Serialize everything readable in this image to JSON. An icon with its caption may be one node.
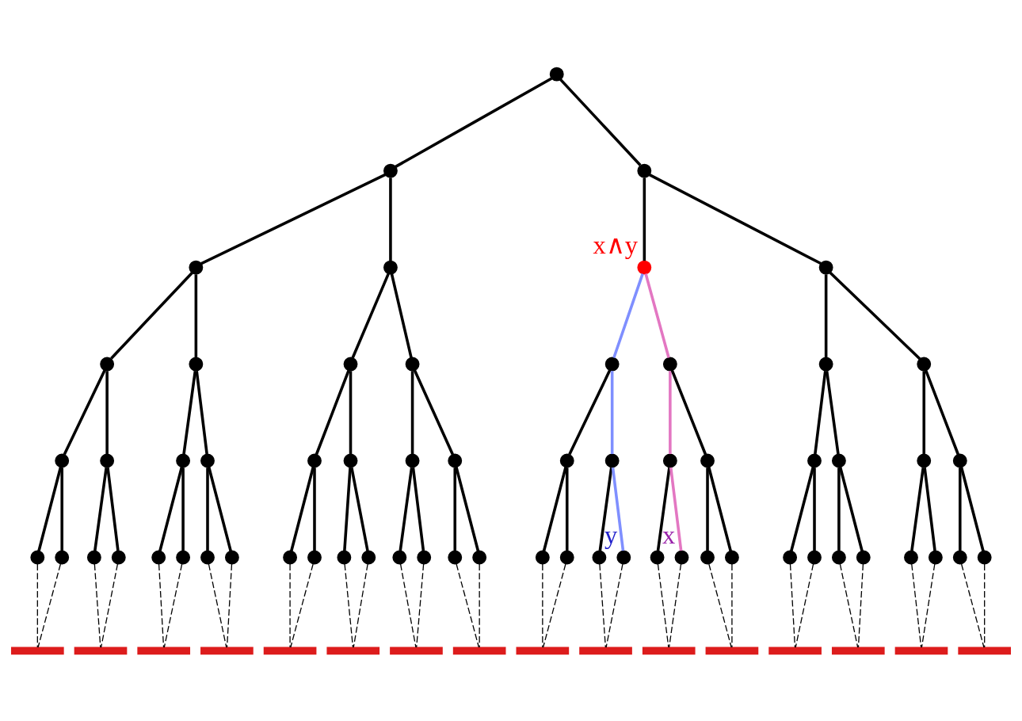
{
  "diagram": {
    "nodes": [
      {
        "text": [],
        "shape": "circle"
      },
      {
        "text": [],
        "shape": "circle"
      },
      {
        "text": [],
        "shape": "circle"
      },
      {
        "text": [],
        "shape": "circle"
      },
      {
        "text": [],
        "shape": "circle"
      },
      {
        "text": [],
        "shape": "circle",
        "beside": [
          "x∧y"
        ]
      },
      {
        "text": [],
        "shape": "circle"
      },
      {
        "text": [],
        "shape": "circle"
      },
      {
        "text": [],
        "shape": "circle"
      },
      {
        "text": [],
        "shape": "circle"
      },
      {
        "text": [],
        "shape": "circle"
      },
      {
        "text": [],
        "shape": "circle"
      },
      {
        "text": [],
        "shape": "circle"
      },
      {
        "text": [],
        "shape": "circle"
      },
      {
        "text": [],
        "shape": "circle"
      },
      {
        "text": [],
        "shape": "circle"
      },
      {
        "text": [],
        "shape": "circle"
      },
      {
        "text": [],
        "shape": "circle"
      },
      {
        "text": [],
        "shape": "circle"
      },
      {
        "text": [],
        "shape": "circle"
      },
      {
        "text": [],
        "shape": "circle"
      },
      {
        "text": [],
        "shape": "circle"
      },
      {
        "text": [],
        "shape": "circle"
      },
      {
        "text": [],
        "shape": "circle"
      },
      {
        "text": [],
        "shape": "circle"
      },
      {
        "text": [],
        "shape": "circle"
      },
      {
        "text": [],
        "shape": "circle"
      },
      {
        "text": [],
        "shape": "circle"
      },
      {
        "text": [],
        "shape": "circle"
      },
      {
        "text": [],
        "shape": "circle"
      },
      {
        "text": [],
        "shape": "circle"
      },
      {
        "text": [],
        "shape": "circle"
      },
      {
        "text": [],
        "shape": "circle"
      },
      {
        "text": [],
        "shape": "circle"
      },
      {
        "text": [],
        "shape": "circle"
      },
      {
        "text": [],
        "shape": "circle"
      },
      {
        "text": [],
        "shape": "circle"
      },
      {
        "text": [],
        "shape": "circle"
      },
      {
        "text": [],
        "shape": "circle"
      },
      {
        "text": [],
        "shape": "circle"
      },
      {
        "text": [],
        "shape": "circle"
      },
      {
        "text": [],
        "shape": "circle"
      },
      {
        "text": [],
        "shape": "circle"
      },
      {
        "text": [],
        "shape": "circle"
      },
      {
        "text": [],
        "shape": "circle"
      },
      {
        "text": [],
        "shape": "circle"
      },
      {
        "text": [],
        "shape": "circle"
      },
      {
        "text": [],
        "shape": "circle"
      },
      {
        "text": [],
        "shape": "circle"
      },
      {
        "text": [],
        "shape": "circle"
      },
      {
        "text": [],
        "shape": "circle",
        "beside": [
          "y"
        ]
      },
      {
        "text": [],
        "shape": "circle"
      },
      {
        "text": [],
        "shape": "circle",
        "beside": [
          "x"
        ]
      },
      {
        "text": [],
        "shape": "circle"
      },
      {
        "text": [],
        "shape": "circle"
      },
      {
        "text": [],
        "shape": "circle"
      },
      {
        "text": [],
        "shape": "circle"
      },
      {
        "text": [],
        "shape": "circle"
      },
      {
        "text": [],
        "shape": "circle"
      },
      {
        "text": [],
        "shape": "circle"
      },
      {
        "text": [],
        "shape": "circle"
      },
      {
        "text": [],
        "shape": "circle"
      },
      {
        "text": [],
        "shape": "circle"
      },
      {
        "text": [],
        "shape": "bar"
      },
      {
        "text": [],
        "shape": "bar"
      },
      {
        "text": [],
        "shape": "bar"
      },
      {
        "text": [],
        "shape": "bar"
      },
      {
        "text": [],
        "shape": "bar"
      },
      {
        "text": [],
        "shape": "bar"
      },
      {
        "text": [],
        "shape": "bar"
      },
      {
        "text": [],
        "shape": "bar"
      },
      {
        "text": [],
        "shape": "bar"
      },
      {
        "text": [],
        "shape": "bar"
      },
      {
        "text": [],
        "shape": "bar"
      },
      {
        "text": [],
        "shape": "bar"
      },
      {
        "text": [],
        "shape": "bar"
      },
      {
        "text": [],
        "shape": "bar"
      },
      {
        "text": [],
        "shape": "bar"
      },
      {
        "text": [],
        "shape": "bar"
      }
    ],
    "edges": [
      {
        "from": 0,
        "to": 1,
        "arrow": "none"
      },
      {
        "from": 0,
        "to": 2,
        "arrow": "none"
      },
      {
        "from": 1,
        "to": 3,
        "arrow": "none"
      },
      {
        "from": 1,
        "to": 4,
        "arrow": "none"
      },
      {
        "from": 2,
        "to": 5,
        "arrow": "none"
      },
      {
        "from": 2,
        "to": 6,
        "arrow": "none"
      },
      {
        "from": 3,
        "to": 7,
        "arrow": "none"
      },
      {
        "from": 3,
        "to": 8,
        "arrow": "none"
      },
      {
        "from": 4,
        "to": 9,
        "arrow": "none"
      },
      {
        "from": 4,
        "to": 10,
        "arrow": "none"
      },
      {
        "from": 5,
        "to": 11,
        "arrow": "none",
        "color": "#7f8fff"
      },
      {
        "from": 5,
        "to": 12,
        "arrow": "none",
        "color": "#e377c2"
      },
      {
        "from": 6,
        "to": 13,
        "arrow": "none"
      },
      {
        "from": 6,
        "to": 14,
        "arrow": "none"
      },
      {
        "from": 7,
        "to": 15,
        "arrow": "none"
      },
      {
        "from": 7,
        "to": 16,
        "arrow": "none"
      },
      {
        "from": 8,
        "to": 17,
        "arrow": "none"
      },
      {
        "from": 8,
        "to": 18,
        "arrow": "none"
      },
      {
        "from": 9,
        "to": 19,
        "arrow": "none"
      },
      {
        "from": 9,
        "to": 20,
        "arrow": "none"
      },
      {
        "from": 10,
        "to": 21,
        "arrow": "none"
      },
      {
        "from": 10,
        "to": 22,
        "arrow": "none"
      },
      {
        "from": 11,
        "to": 23,
        "arrow": "none"
      },
      {
        "from": 11,
        "to": 24,
        "arrow": "none",
        "color": "#7f8fff"
      },
      {
        "from": 12,
        "to": 25,
        "arrow": "none",
        "color": "#e377c2"
      },
      {
        "from": 12,
        "to": 26,
        "arrow": "none"
      },
      {
        "from": 13,
        "to": 27,
        "arrow": "none"
      },
      {
        "from": 13,
        "to": 28,
        "arrow": "none"
      },
      {
        "from": 14,
        "to": 29,
        "arrow": "none"
      },
      {
        "from": 14,
        "to": 30,
        "arrow": "none"
      },
      {
        "from": 15,
        "to": 31,
        "arrow": "none"
      },
      {
        "from": 15,
        "to": 32,
        "arrow": "none"
      },
      {
        "from": 16,
        "to": 33,
        "arrow": "none"
      },
      {
        "from": 16,
        "to": 34,
        "arrow": "none"
      },
      {
        "from": 17,
        "to": 35,
        "arrow": "none"
      },
      {
        "from": 17,
        "to": 36,
        "arrow": "none"
      },
      {
        "from": 18,
        "to": 37,
        "arrow": "none"
      },
      {
        "from": 18,
        "to": 38,
        "arrow": "none"
      },
      {
        "from": 19,
        "to": 39,
        "arrow": "none"
      },
      {
        "from": 19,
        "to": 40,
        "arrow": "none"
      },
      {
        "from": 20,
        "to": 41,
        "arrow": "none"
      },
      {
        "from": 20,
        "to": 42,
        "arrow": "none"
      },
      {
        "from": 21,
        "to": 43,
        "arrow": "none"
      },
      {
        "from": 21,
        "to": 44,
        "arrow": "none"
      },
      {
        "from": 22,
        "to": 45,
        "arrow": "none"
      },
      {
        "from": 22,
        "to": 46,
        "arrow": "none"
      },
      {
        "from": 23,
        "to": 47,
        "arrow": "none"
      },
      {
        "from": 23,
        "to": 48,
        "arrow": "none"
      },
      {
        "from": 24,
        "to": 49,
        "arrow": "none"
      },
      {
        "from": 24,
        "to": 50,
        "arrow": "none",
        "color": "#7f8fff"
      },
      {
        "from": 25,
        "to": 51,
        "arrow": "none"
      },
      {
        "from": 25,
        "to": 52,
        "arrow": "none",
        "color": "#e377c2"
      },
      {
        "from": 26,
        "to": 53,
        "arrow": "none"
      },
      {
        "from": 26,
        "to": 54,
        "arrow": "none"
      },
      {
        "from": 27,
        "to": 55,
        "arrow": "none"
      },
      {
        "from": 27,
        "to": 56,
        "arrow": "none"
      },
      {
        "from": 28,
        "to": 57,
        "arrow": "none"
      },
      {
        "from": 28,
        "to": 58,
        "arrow": "none"
      },
      {
        "from": 29,
        "to": 59,
        "arrow": "none"
      },
      {
        "from": 29,
        "to": 60,
        "arrow": "none"
      },
      {
        "from": 30,
        "to": 61,
        "arrow": "none"
      },
      {
        "from": 30,
        "to": 62,
        "arrow": "none"
      },
      {
        "from": 31,
        "to": 63,
        "arrow": "none",
        "style": "dashed"
      },
      {
        "from": 32,
        "to": 63,
        "arrow": "none",
        "style": "dashed"
      },
      {
        "from": 33,
        "to": 64,
        "arrow": "none",
        "style": "dashed"
      },
      {
        "from": 34,
        "to": 64,
        "arrow": "none",
        "style": "dashed"
      },
      {
        "from": 35,
        "to": 65,
        "arrow": "none",
        "style": "dashed"
      },
      {
        "from": 36,
        "to": 65,
        "arrow": "none",
        "style": "dashed"
      },
      {
        "from": 37,
        "to": 66,
        "arrow": "none",
        "style": "dashed"
      },
      {
        "from": 38,
        "to": 66,
        "arrow": "none",
        "style": "dashed"
      },
      {
        "from": 39,
        "to": 67,
        "arrow": "none",
        "style": "dashed"
      },
      {
        "from": 40,
        "to": 67,
        "arrow": "none",
        "style": "dashed"
      },
      {
        "from": 41,
        "to": 68,
        "arrow": "none",
        "style": "dashed"
      },
      {
        "from": 42,
        "to": 68,
        "arrow": "none",
        "style": "dashed"
      },
      {
        "from": 43,
        "to": 69,
        "arrow": "none",
        "style": "dashed"
      },
      {
        "from": 44,
        "to": 69,
        "arrow": "none",
        "style": "dashed"
      },
      {
        "from": 45,
        "to": 70,
        "arrow": "none",
        "style": "dashed"
      },
      {
        "from": 46,
        "to": 70,
        "arrow": "none",
        "style": "dashed"
      },
      {
        "from": 47,
        "to": 71,
        "arrow": "none",
        "style": "dashed"
      },
      {
        "from": 48,
        "to": 71,
        "arrow": "none",
        "style": "dashed"
      },
      {
        "from": 49,
        "to": 72,
        "arrow": "none",
        "style": "dashed"
      },
      {
        "from": 50,
        "to": 72,
        "arrow": "none",
        "style": "dashed"
      },
      {
        "from": 51,
        "to": 73,
        "arrow": "none",
        "style": "dashed"
      },
      {
        "from": 52,
        "to": 73,
        "arrow": "none",
        "style": "dashed"
      },
      {
        "from": 53,
        "to": 74,
        "arrow": "none",
        "style": "dashed"
      },
      {
        "from": 54,
        "to": 74,
        "arrow": "none",
        "style": "dashed"
      },
      {
        "from": 55,
        "to": 75,
        "arrow": "none",
        "style": "dashed"
      },
      {
        "from": 56,
        "to": 75,
        "arrow": "none",
        "style": "dashed"
      },
      {
        "from": 57,
        "to": 76,
        "arrow": "none",
        "style": "dashed"
      },
      {
        "from": 58,
        "to": 76,
        "arrow": "none",
        "style": "dashed"
      },
      {
        "from": 59,
        "to": 77,
        "arrow": "none",
        "style": "dashed"
      },
      {
        "from": 60,
        "to": 77,
        "arrow": "none",
        "style": "dashed"
      },
      {
        "from": 61,
        "to": 78,
        "arrow": "none",
        "style": "dashed"
      },
      {
        "from": 62,
        "to": 78,
        "arrow": "none",
        "style": "dashed"
      }
    ]
  }
}
